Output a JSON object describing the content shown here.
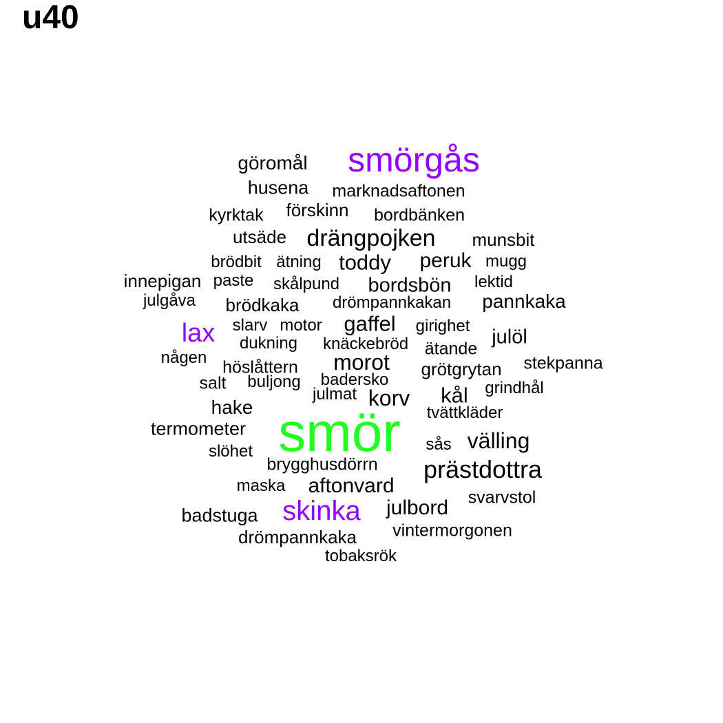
{
  "title": "u40",
  "colors": {
    "default": "#000000",
    "purple": "#9400ff",
    "green": "#22ff22"
  },
  "words": [
    {
      "text": "smör",
      "size": 80,
      "color": "green"
    },
    {
      "text": "smörgås",
      "size": 50,
      "color": "purple"
    },
    {
      "text": "skinka",
      "size": 40,
      "color": "purple"
    },
    {
      "text": "lax",
      "size": 38,
      "color": "purple"
    },
    {
      "text": "prästdottra",
      "size": 36,
      "color": "default"
    },
    {
      "text": "drängpojken",
      "size": 34,
      "color": "default"
    },
    {
      "text": "korv",
      "size": 32,
      "color": "default"
    },
    {
      "text": "välling",
      "size": 32,
      "color": "default"
    },
    {
      "text": "morot",
      "size": 32,
      "color": "default"
    },
    {
      "text": "gaffel",
      "size": 31,
      "color": "default"
    },
    {
      "text": "toddy",
      "size": 31,
      "color": "default"
    },
    {
      "text": "kål",
      "size": 31,
      "color": "default"
    },
    {
      "text": "peruk",
      "size": 30,
      "color": "default"
    },
    {
      "text": "julbord",
      "size": 30,
      "color": "default"
    },
    {
      "text": "aftonvard",
      "size": 30,
      "color": "default"
    },
    {
      "text": "bordsbön",
      "size": 29,
      "color": "default"
    },
    {
      "text": "julöl",
      "size": 29,
      "color": "default"
    },
    {
      "text": "pannkaka",
      "size": 28,
      "color": "default"
    },
    {
      "text": "göromål",
      "size": 28,
      "color": "default"
    },
    {
      "text": "hake",
      "size": 28,
      "color": "default"
    },
    {
      "text": "termometer",
      "size": 27,
      "color": "default"
    },
    {
      "text": "badstuga",
      "size": 27,
      "color": "default"
    },
    {
      "text": "husena",
      "size": 27,
      "color": "default"
    },
    {
      "text": "drömpannkaka",
      "size": 26,
      "color": "default"
    },
    {
      "text": "brödkaka",
      "size": 26,
      "color": "default"
    },
    {
      "text": "förskinn",
      "size": 26,
      "color": "default"
    },
    {
      "text": "grötgrytan",
      "size": 26,
      "color": "default"
    },
    {
      "text": "munsbit",
      "size": 26,
      "color": "default"
    },
    {
      "text": "utsäde",
      "size": 26,
      "color": "default"
    },
    {
      "text": "innepigan",
      "size": 26,
      "color": "default"
    },
    {
      "text": "höslåttern",
      "size": 25,
      "color": "default"
    },
    {
      "text": "stekpanna",
      "size": 25,
      "color": "default"
    },
    {
      "text": "brygghusdörrn",
      "size": 25,
      "color": "default"
    },
    {
      "text": "vintermorgonen",
      "size": 25,
      "color": "default"
    },
    {
      "text": "marknadsaftonen",
      "size": 25,
      "color": "default"
    },
    {
      "text": "kyrktak",
      "size": 25,
      "color": "default"
    },
    {
      "text": "bordbänken",
      "size": 25,
      "color": "default"
    },
    {
      "text": "svarvstol",
      "size": 25,
      "color": "default"
    },
    {
      "text": "ätande",
      "size": 25,
      "color": "default"
    },
    {
      "text": "salt",
      "size": 25,
      "color": "default"
    },
    {
      "text": "tvättkläder",
      "size": 24,
      "color": "default"
    },
    {
      "text": "dukning",
      "size": 24,
      "color": "default"
    },
    {
      "text": "skålpund",
      "size": 24,
      "color": "default"
    },
    {
      "text": "drömpannkakan",
      "size": 24,
      "color": "default"
    },
    {
      "text": "knäckebröd",
      "size": 24,
      "color": "default"
    },
    {
      "text": "badersko",
      "size": 24,
      "color": "default"
    },
    {
      "text": "girighet",
      "size": 24,
      "color": "default"
    },
    {
      "text": "ätning",
      "size": 24,
      "color": "default"
    },
    {
      "text": "grindhål",
      "size": 24,
      "color": "default"
    },
    {
      "text": "tobaksrök",
      "size": 24,
      "color": "default"
    },
    {
      "text": "buljong",
      "size": 24,
      "color": "default"
    },
    {
      "text": "motor",
      "size": 24,
      "color": "default"
    },
    {
      "text": "slarv",
      "size": 24,
      "color": "default"
    },
    {
      "text": "lektid",
      "size": 24,
      "color": "default"
    },
    {
      "text": "slöhet",
      "size": 24,
      "color": "default"
    },
    {
      "text": "maska",
      "size": 24,
      "color": "default"
    },
    {
      "text": "julmat",
      "size": 24,
      "color": "default"
    },
    {
      "text": "julgåva",
      "size": 24,
      "color": "default"
    },
    {
      "text": "brödbit",
      "size": 24,
      "color": "default"
    },
    {
      "text": "mugg",
      "size": 24,
      "color": "default"
    },
    {
      "text": "någen",
      "size": 24,
      "color": "default"
    },
    {
      "text": "paste",
      "size": 24,
      "color": "default"
    },
    {
      "text": "sås",
      "size": 24,
      "color": "default"
    }
  ]
}
